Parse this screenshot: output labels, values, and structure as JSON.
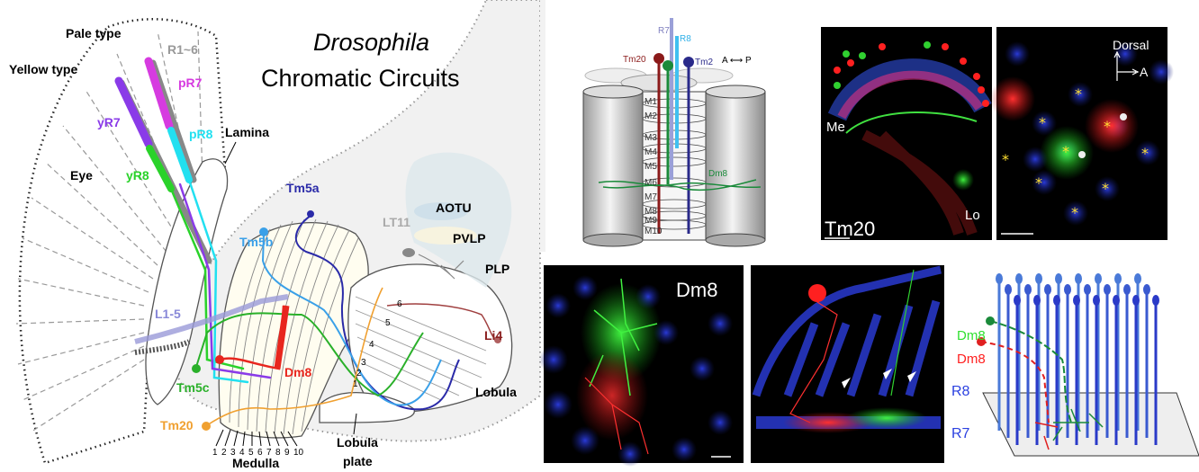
{
  "title": {
    "line1": "Drosophila",
    "line2": "Chromatic Circuits"
  },
  "main_diagram": {
    "labels": {
      "pale_type": "Pale type",
      "yellow_type": "Yellow type",
      "r1_6": "R1~6",
      "pr7": "pR7",
      "pr8": "pR8",
      "yr7": "yR7",
      "yr8": "yR8",
      "eye": "Eye",
      "lamina": "Lamina",
      "l1_5": "L1-5",
      "tm5a": "Tm5a",
      "tm5b": "Tm5b",
      "tm5c": "Tm5c",
      "dm8": "Dm8",
      "tm20": "Tm20",
      "lt11": "LT11",
      "aotu": "AOTU",
      "pvlp": "PVLP",
      "plp": "PLP",
      "li4": "Li4",
      "lobula": "Lobula",
      "medulla": "Medulla",
      "lobula_plate_1": "Lobula",
      "lobula_plate_2": "plate"
    },
    "medulla_layers": [
      "1",
      "2",
      "3",
      "4",
      "5",
      "6",
      "7",
      "8",
      "9",
      "10"
    ],
    "lobula_layers": [
      "1",
      "2",
      "3",
      "4",
      "5",
      "6"
    ],
    "colors": {
      "pR7": "#d63be0",
      "pR8": "#22e0f0",
      "yR7": "#8a3be8",
      "yR8": "#2ad22a",
      "R1_6": "#888888",
      "Tm5a": "#2a2aa8",
      "Tm5b": "#3aa0e8",
      "Tm5c": "#2ab02a",
      "Dm8": "#e8261e",
      "Tm20": "#f0a030",
      "L1_5": "#8888d8",
      "Li4": "#a04040"
    }
  },
  "column_diagram": {
    "labels": {
      "r7": "R7",
      "r8": "R8",
      "tm20": "Tm20",
      "tm2": "Tm2",
      "dm8": "Dm8",
      "axis": "A ⟷ P"
    },
    "layers": [
      "M1",
      "M2",
      "M3",
      "M4",
      "M5",
      "M6",
      "M7",
      "M8",
      "M9",
      "M10"
    ]
  },
  "micrograph_tm20": {
    "label": "Tm20",
    "me": "Me",
    "lo": "Lo"
  },
  "micrograph_dm8_top": {
    "dorsal": "Dorsal",
    "a": "A"
  },
  "micrograph_dm8": {
    "label": "Dm8"
  },
  "photoreceptor_diagram": {
    "dm8_green": "Dm8",
    "dm8_red": "Dm8",
    "r8": "R8",
    "r7": "R7"
  }
}
